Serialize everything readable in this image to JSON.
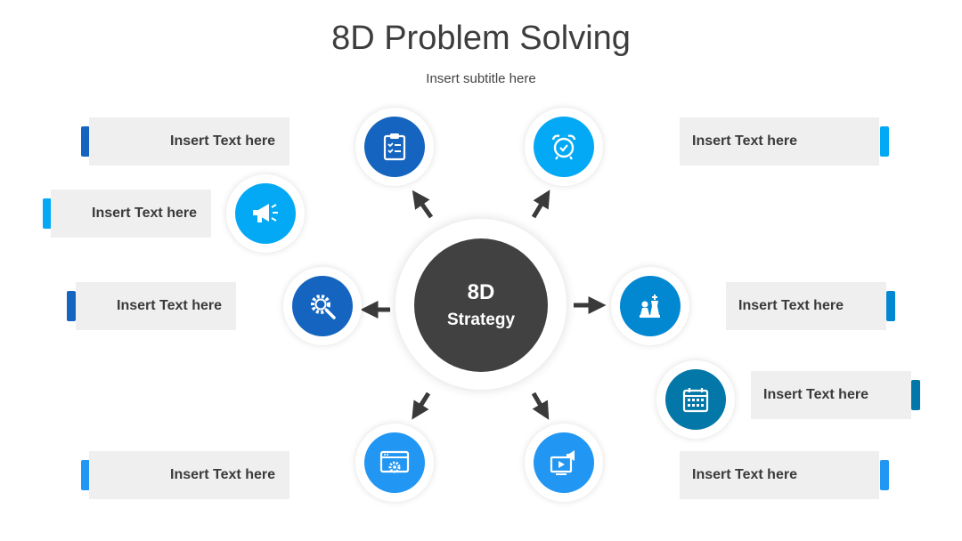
{
  "title": "8D Problem Solving",
  "subtitle": "Insert subtitle here",
  "center": {
    "line1": "8D",
    "line2": "Strategy"
  },
  "items": [
    {
      "label": "Insert Text here",
      "icon": "clipboard-checklist-icon",
      "color": "#1565c0"
    },
    {
      "label": "Insert Text here",
      "icon": "alarm-clock-icon",
      "color": "#03a9f4"
    },
    {
      "label": "Insert Text here",
      "icon": "megaphone-icon",
      "color": "#03a9f4"
    },
    {
      "label": "Insert Text here",
      "icon": "gear-search-icon",
      "color": "#1565c0"
    },
    {
      "label": "Insert Text here",
      "icon": "chess-icon",
      "color": "#0288d1"
    },
    {
      "label": "Insert Text here",
      "icon": "calendar-icon",
      "color": "#0277a8"
    },
    {
      "label": "Insert Text here",
      "icon": "browser-settings-icon",
      "color": "#2196f3"
    },
    {
      "label": "Insert Text here",
      "icon": "video-marketing-icon",
      "color": "#2196f3"
    }
  ],
  "colors": {
    "dark": "#414141",
    "box_bg": "#efefef",
    "text": "#3a3a3a"
  }
}
